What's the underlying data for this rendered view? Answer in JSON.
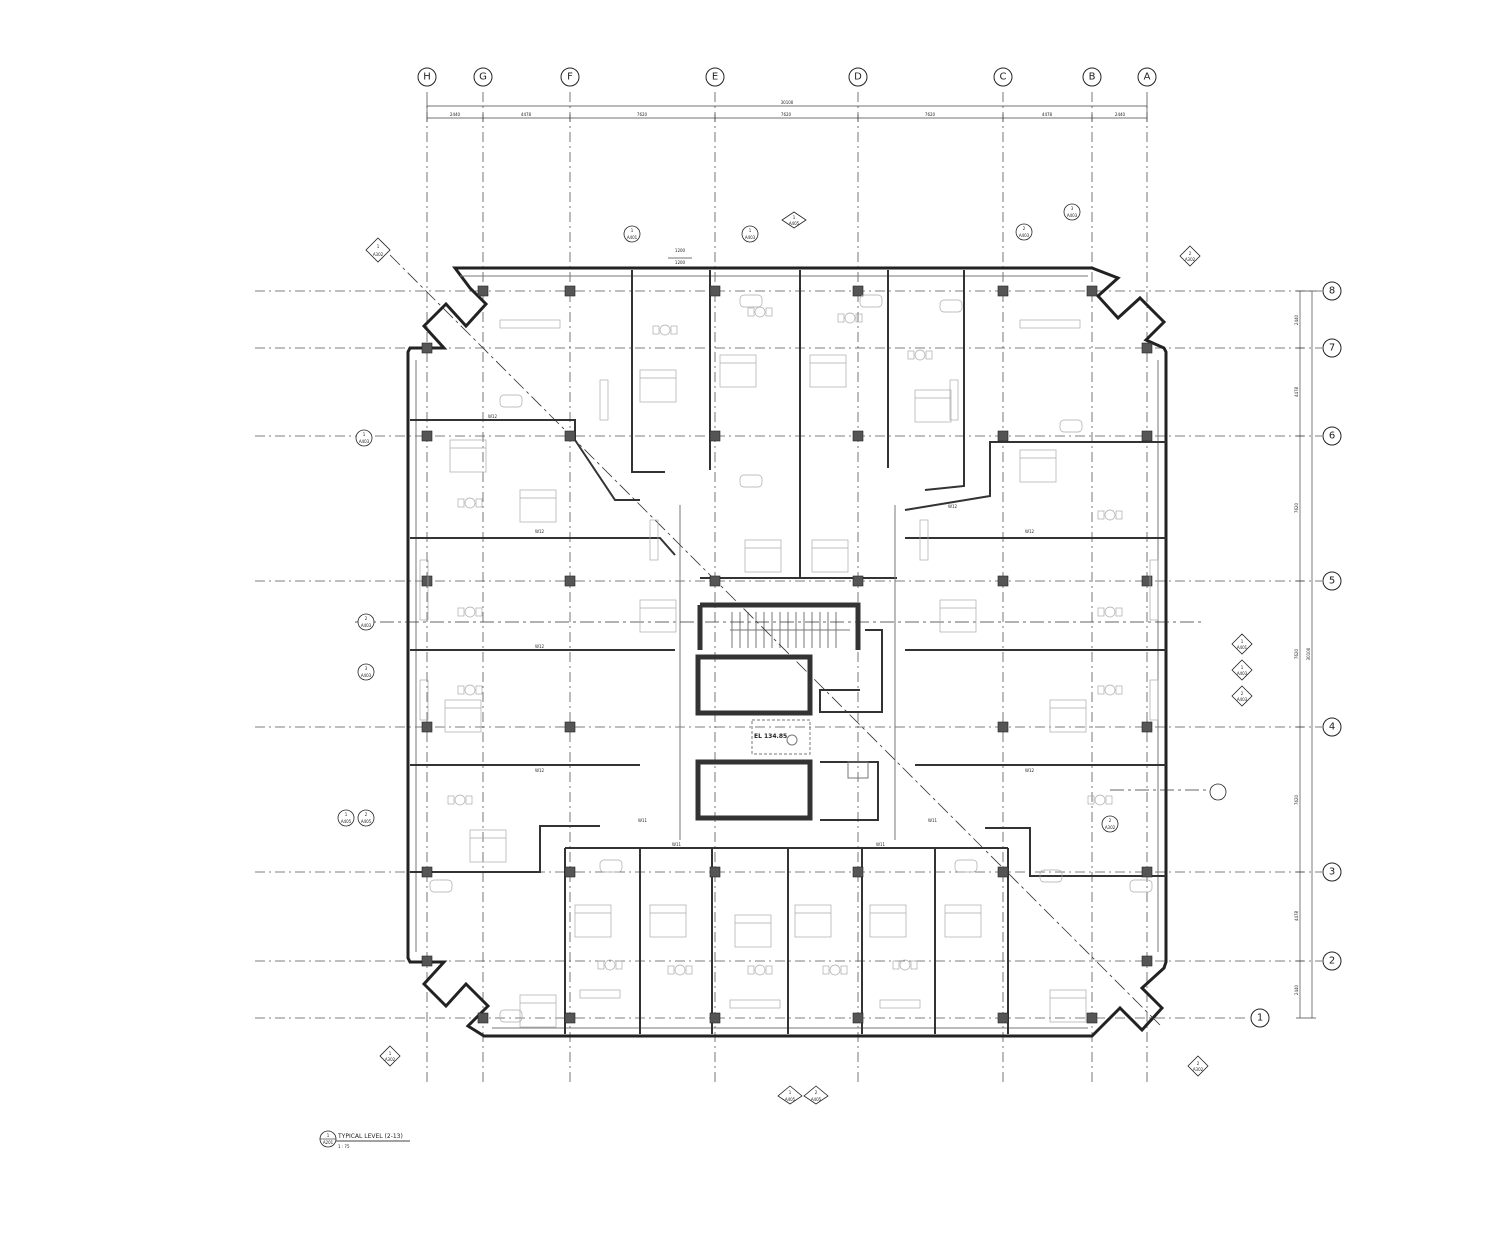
{
  "grid": {
    "columns": [
      "H",
      "G",
      "F",
      "E",
      "D",
      "C",
      "B",
      "A"
    ],
    "rows": [
      "8",
      "7",
      "6",
      "5",
      "4",
      "3",
      "2",
      "1"
    ]
  },
  "dimensions": {
    "overall_horizontal": "30100",
    "overall_vertical": "30100",
    "horizontal_segments": [
      "2440",
      "4478",
      "7620",
      "7620",
      "7620",
      "4478",
      "2440"
    ],
    "vertical_segments": [
      "2440",
      "4478",
      "7620",
      "7620",
      "7620",
      "4478",
      "2440"
    ],
    "callout_1": "1200",
    "callout_2": "1200"
  },
  "core": {
    "elevation_label": "EL 134.85"
  },
  "room_tags": {
    "wall_type_a": "W12",
    "wall_type_b": "W11"
  },
  "title_block": {
    "number": "1",
    "sheet_ref": "A201",
    "title": "TYPICAL LEVEL (2-13)",
    "scale": "1 : 75"
  },
  "section_markers": [
    {
      "num": "1",
      "sheet": "A302"
    },
    {
      "num": "2",
      "sheet": "A302"
    },
    {
      "num": "1",
      "sheet": "A401"
    },
    {
      "num": "1",
      "sheet": "A403"
    },
    {
      "num": "2",
      "sheet": "A403"
    },
    {
      "num": "3",
      "sheet": "A403"
    },
    {
      "num": "1",
      "sheet": "A405"
    },
    {
      "num": "2",
      "sheet": "A405"
    }
  ],
  "colors": {
    "line": "#222222",
    "furniture": "#aaaaaa",
    "column": "#555555"
  }
}
